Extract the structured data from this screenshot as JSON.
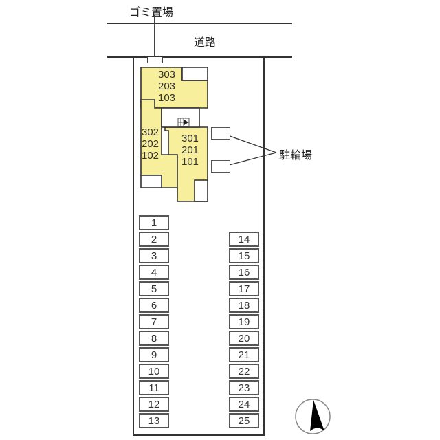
{
  "labels": {
    "garbage": "ゴミ置場",
    "road": "道路",
    "bicycle_parking": "駐輪場"
  },
  "building": {
    "fill_color": "#f7ef9c",
    "units": {
      "block_a": [
        "303",
        "203",
        "103"
      ],
      "block_b": [
        "302",
        "202",
        "102"
      ],
      "block_c": [
        "301",
        "201",
        "101"
      ]
    }
  },
  "parking": {
    "left_column": [
      "1",
      "2",
      "3",
      "4",
      "5",
      "6",
      "7",
      "8",
      "9",
      "10",
      "11",
      "12",
      "13"
    ],
    "right_column": [
      "14",
      "15",
      "16",
      "17",
      "18",
      "19",
      "20",
      "21",
      "22",
      "23",
      "24",
      "25"
    ]
  },
  "compass": {
    "icon": "north-arrow-icon",
    "direction": "N"
  }
}
